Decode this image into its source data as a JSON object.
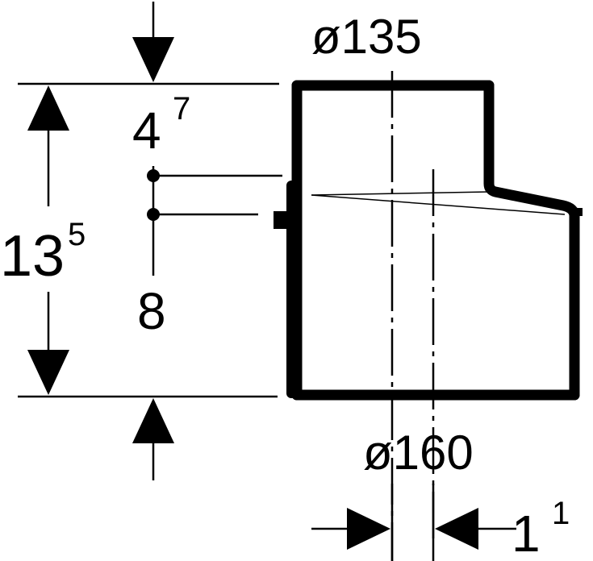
{
  "diagram": {
    "top_diameter": "ø135",
    "bottom_diameter": "ø160",
    "total_height": {
      "main": "13",
      "sup": "5"
    },
    "top_height": {
      "main": "4",
      "sup": "7"
    },
    "bottom_height": "8",
    "offset": {
      "main": "1",
      "sup": "1"
    }
  }
}
